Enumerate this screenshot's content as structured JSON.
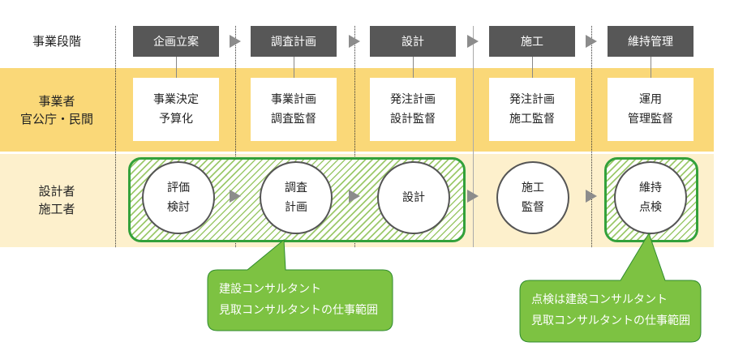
{
  "row_labels": {
    "phase": "事業段階",
    "owner": "事業者\n官公庁・民間",
    "designer": "設計者\n施工者"
  },
  "stages": [
    "企画立案",
    "調査計画",
    "設計",
    "施工",
    "維持管理"
  ],
  "owner_tasks": [
    "事業決定\n予算化",
    "事業計画\n調査監督",
    "発注計画\n設計監督",
    "発注計画\n施工監督",
    "運用\n管理監督"
  ],
  "designer_tasks": [
    "評価\n検討",
    "調査\n計画",
    "設計",
    "施工\n監督",
    "維持\n点検"
  ],
  "callouts": {
    "left": "建設コンサルタント\n見取コンサルタントの仕事範囲",
    "right": "点検は建設コンサルタント\n見取コンサルタントの仕事範囲"
  },
  "colors": {
    "owner_band": "#fad878",
    "designer_band": "#fdf0cc",
    "stage_box": "#575757",
    "callout": "#7dc242",
    "scope_border": "#33a13b"
  }
}
